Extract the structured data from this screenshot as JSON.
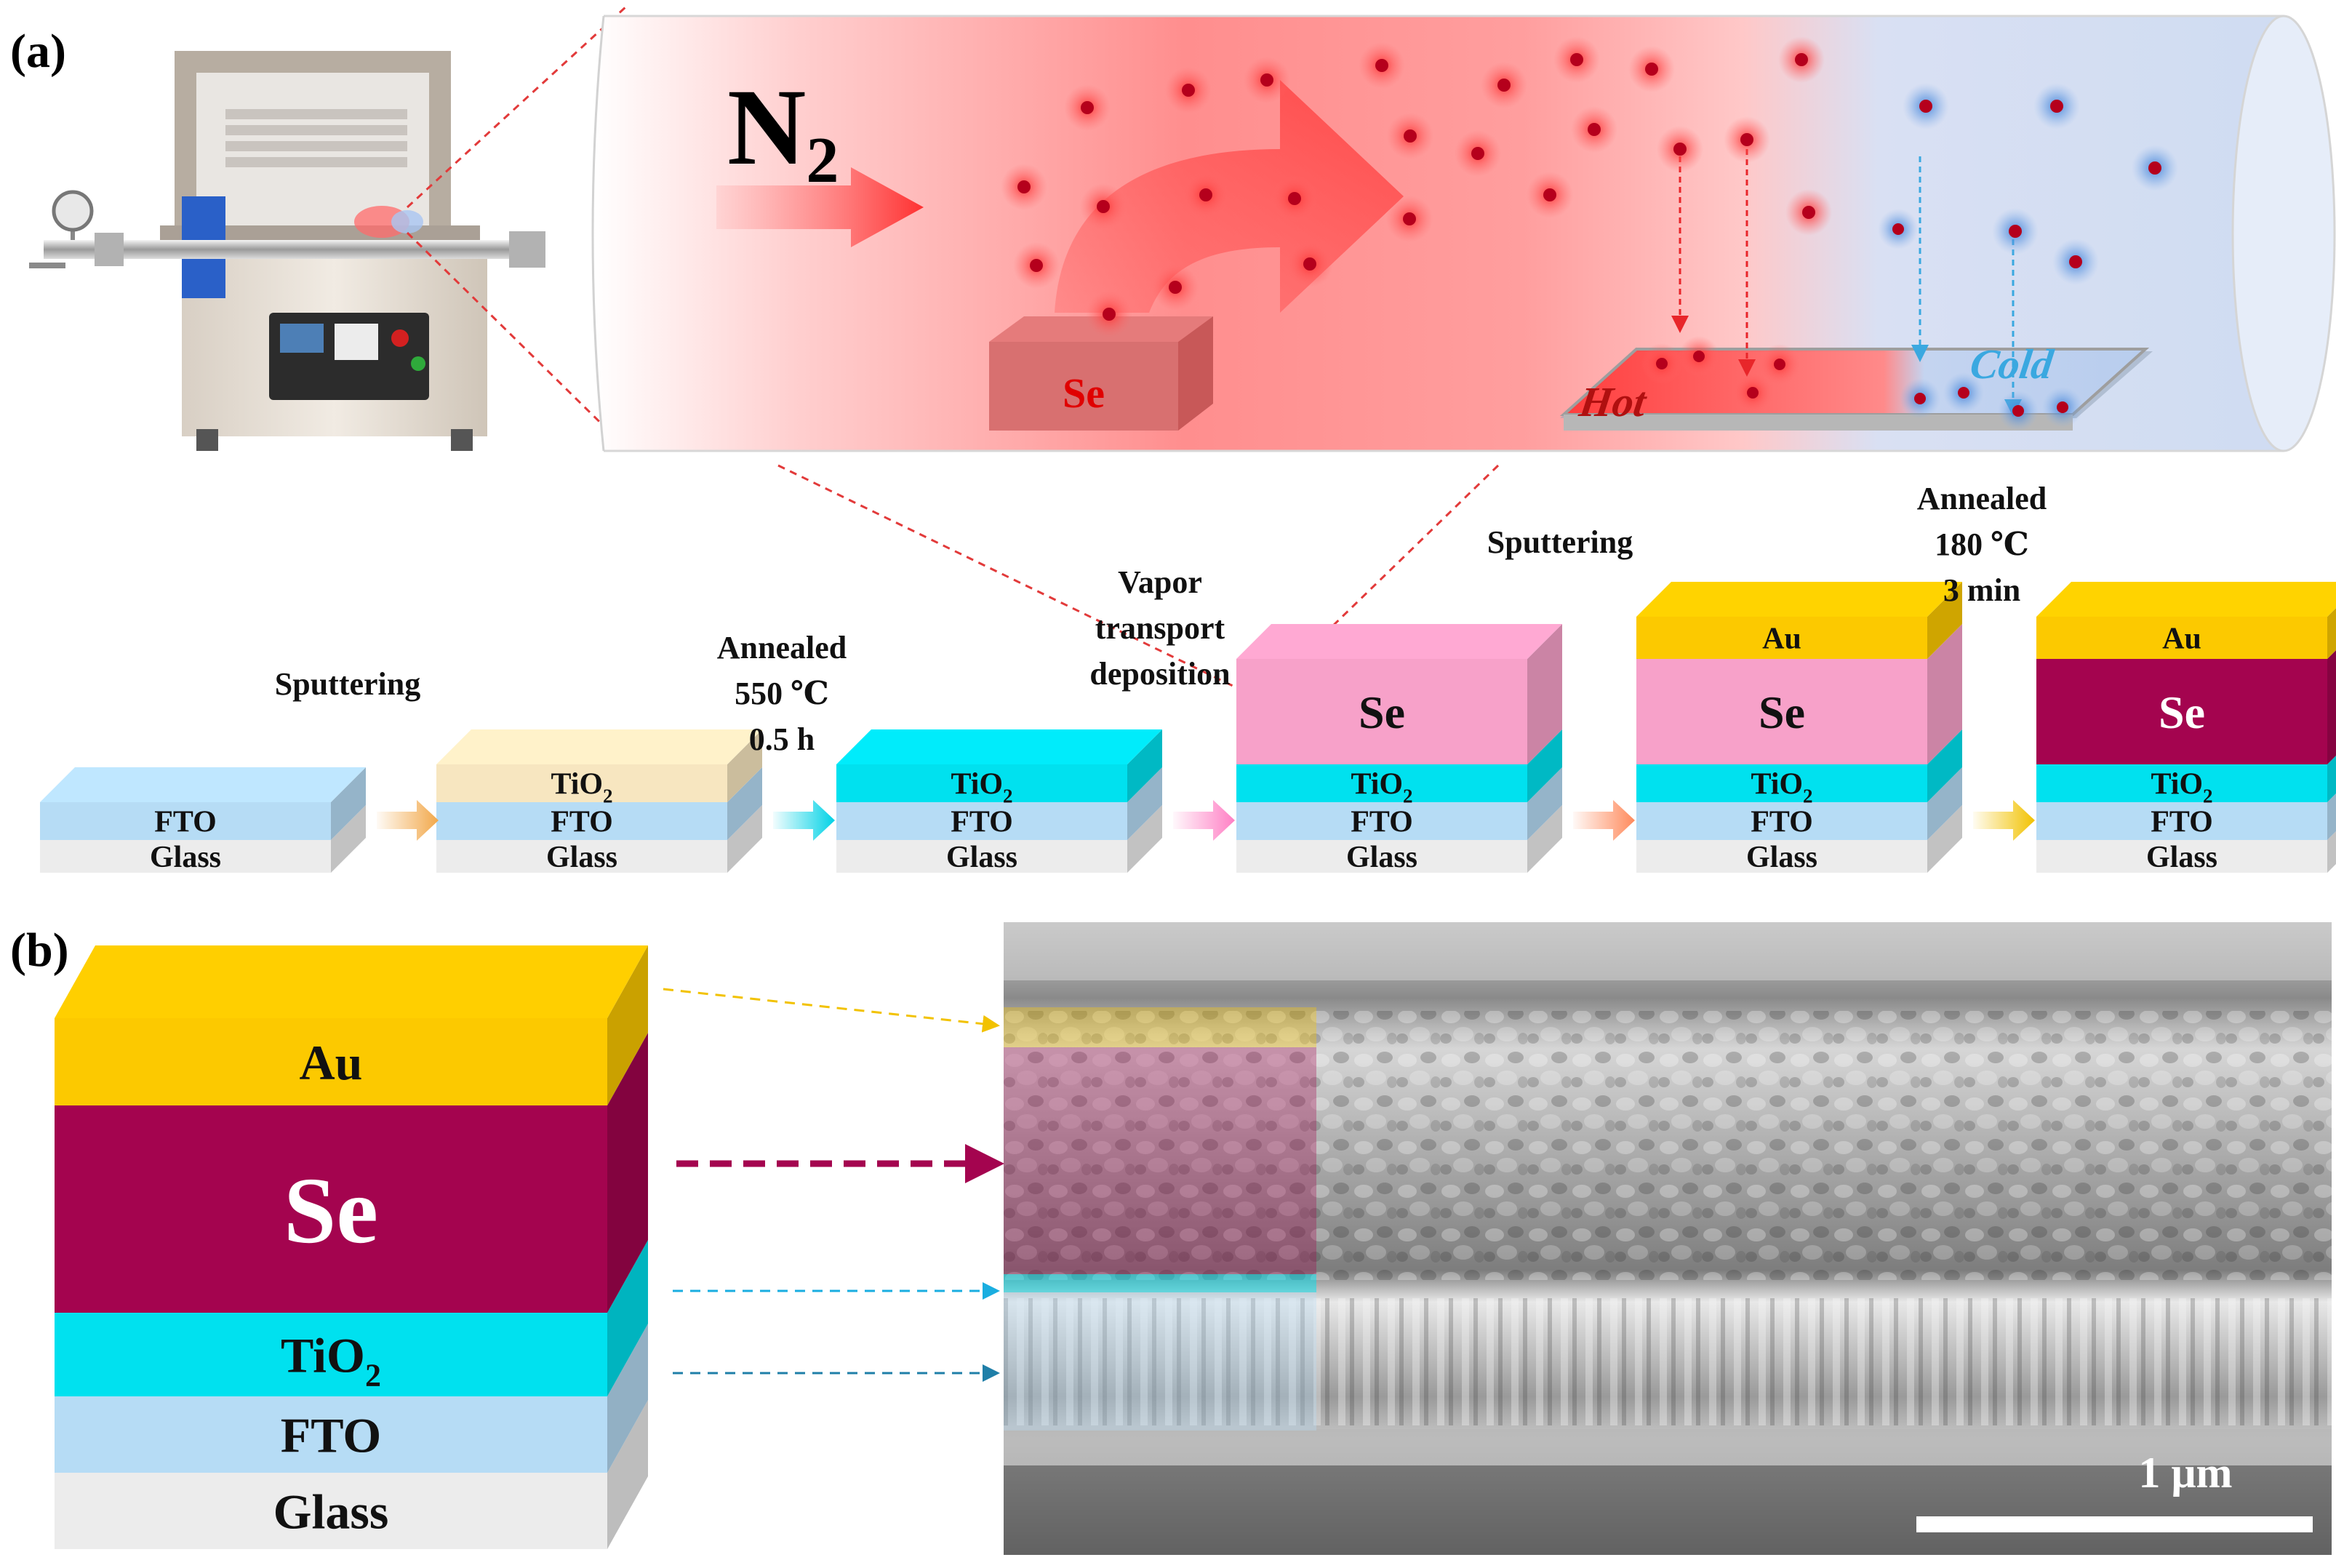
{
  "panel_a": {
    "label": "(a)",
    "gas": {
      "symbol": "N",
      "subscript": "2"
    },
    "source_label": "Se",
    "substrate": {
      "hot_label": "Hot",
      "cold_label": "Cold"
    },
    "steps": [
      {
        "label_lines": [
          "Sputtering"
        ]
      },
      {
        "label_lines": [
          "Annealed",
          "550 ℃",
          "0.5 h"
        ]
      },
      {
        "label_lines": [
          "Vapor",
          "transport",
          "deposition"
        ]
      },
      {
        "label_lines": [
          "Sputtering"
        ]
      },
      {
        "label_lines": [
          "Annealed",
          "180 ℃",
          "3 min"
        ]
      }
    ],
    "stacks": [
      {
        "layers": [
          {
            "text": "FTO"
          },
          {
            "text": "Glass"
          }
        ]
      },
      {
        "layers": [
          {
            "text": "TiO",
            "sub": "2"
          },
          {
            "text": "FTO"
          },
          {
            "text": "Glass"
          }
        ]
      },
      {
        "layers": [
          {
            "text": "TiO",
            "sub": "2"
          },
          {
            "text": "FTO"
          },
          {
            "text": "Glass"
          }
        ]
      },
      {
        "layers": [
          {
            "text": "Se"
          },
          {
            "text": "TiO",
            "sub": "2"
          },
          {
            "text": "FTO"
          },
          {
            "text": "Glass"
          }
        ]
      },
      {
        "layers": [
          {
            "text": "Au"
          },
          {
            "text": "Se"
          },
          {
            "text": "TiO",
            "sub": "2"
          },
          {
            "text": "FTO"
          },
          {
            "text": "Glass"
          }
        ]
      },
      {
        "layers": [
          {
            "text": "Au"
          },
          {
            "text": "Se"
          },
          {
            "text": "TiO",
            "sub": "2"
          },
          {
            "text": "FTO"
          },
          {
            "text": "Glass"
          }
        ]
      }
    ]
  },
  "panel_b": {
    "label": "(b)",
    "stack_layers": [
      {
        "text": "Au"
      },
      {
        "text": "Se"
      },
      {
        "text": "TiO",
        "sub": "2"
      },
      {
        "text": "FTO"
      },
      {
        "text": "Glass"
      }
    ],
    "scale_bar": "1 μm"
  },
  "colors": {
    "au": "#fcc900",
    "se_as_deposited": "#f7a1c9",
    "se_crystallized": "#a4044f",
    "tio2": "#00e1ef",
    "fto": "#b6dcf5",
    "glass": "#ececec",
    "hot": "#ff3b3b",
    "cold": "#6ea4dc",
    "se_particle": "#b5001c"
  }
}
